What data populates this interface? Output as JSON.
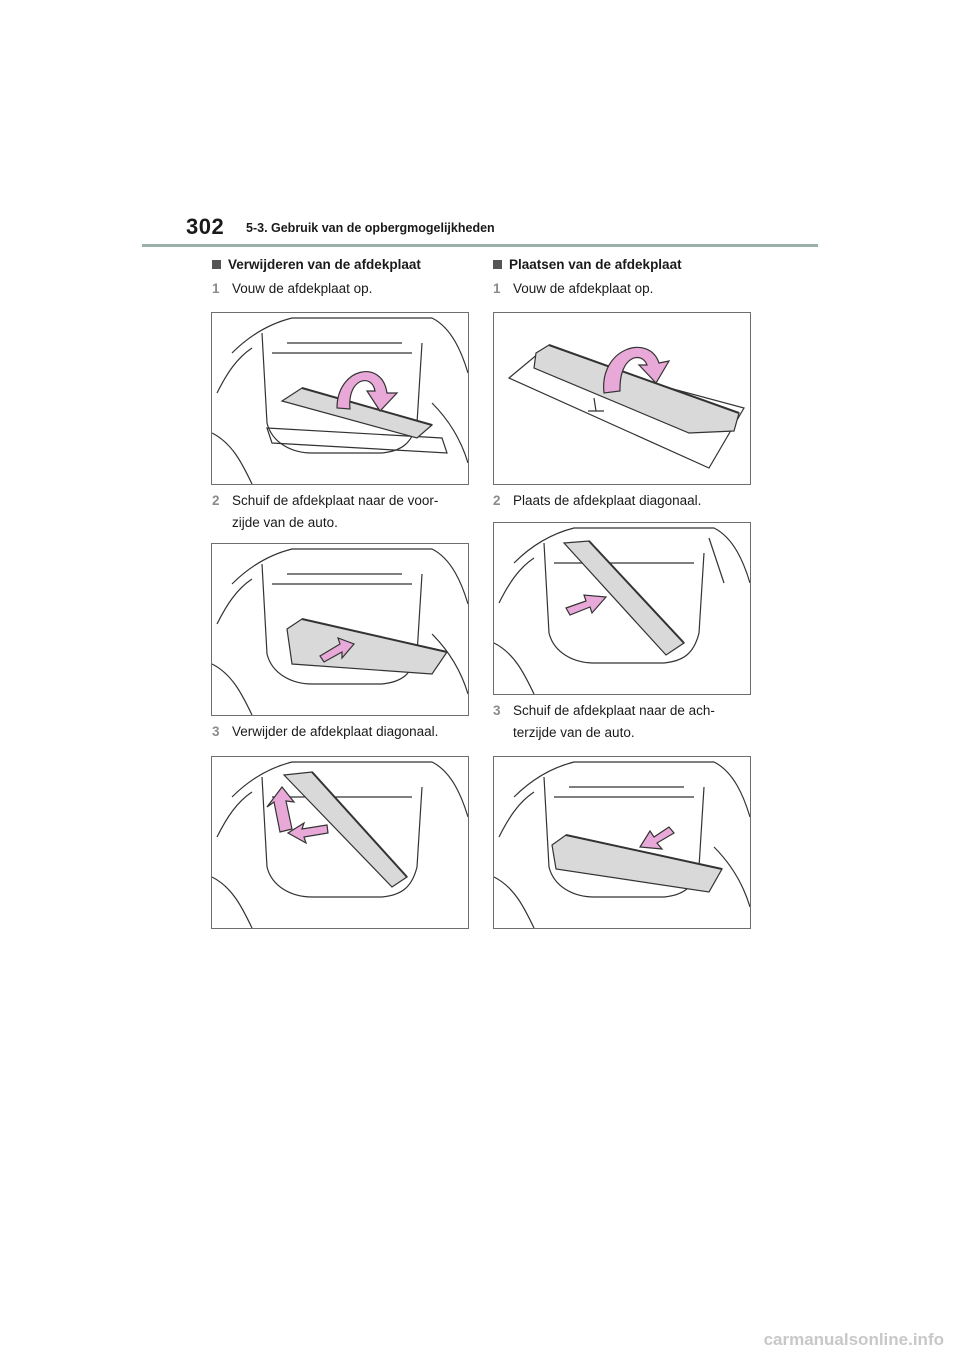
{
  "header": {
    "page_number": "302",
    "section_title": "5-3. Gebruik van de opbergmogelijkheden"
  },
  "left": {
    "heading": "Verwijderen van de afdekplaat",
    "steps": [
      {
        "num": "1",
        "text": "Vouw de afdekplaat op."
      },
      {
        "num": "2",
        "text": "Schuif de afdekplaat naar de voor-zijde van de auto."
      },
      {
        "num": "3",
        "text": "Verwijder de afdekplaat diagonaal."
      }
    ]
  },
  "right": {
    "heading": "Plaatsen van de afdekplaat",
    "steps": [
      {
        "num": "1",
        "text": "Vouw de afdekplaat op."
      },
      {
        "num": "2",
        "text": "Plaats de afdekplaat diagonaal."
      },
      {
        "num": "3",
        "text": "Schuif de afdekplaat naar de ach-terzijde van de auto."
      }
    ]
  },
  "colors": {
    "arrow": "#e8a9d8",
    "arrow_stroke": "#333333",
    "panel": "#d9d9d9",
    "header_rule": "#9ab0aa"
  },
  "watermark": "carmanualsonline.info"
}
